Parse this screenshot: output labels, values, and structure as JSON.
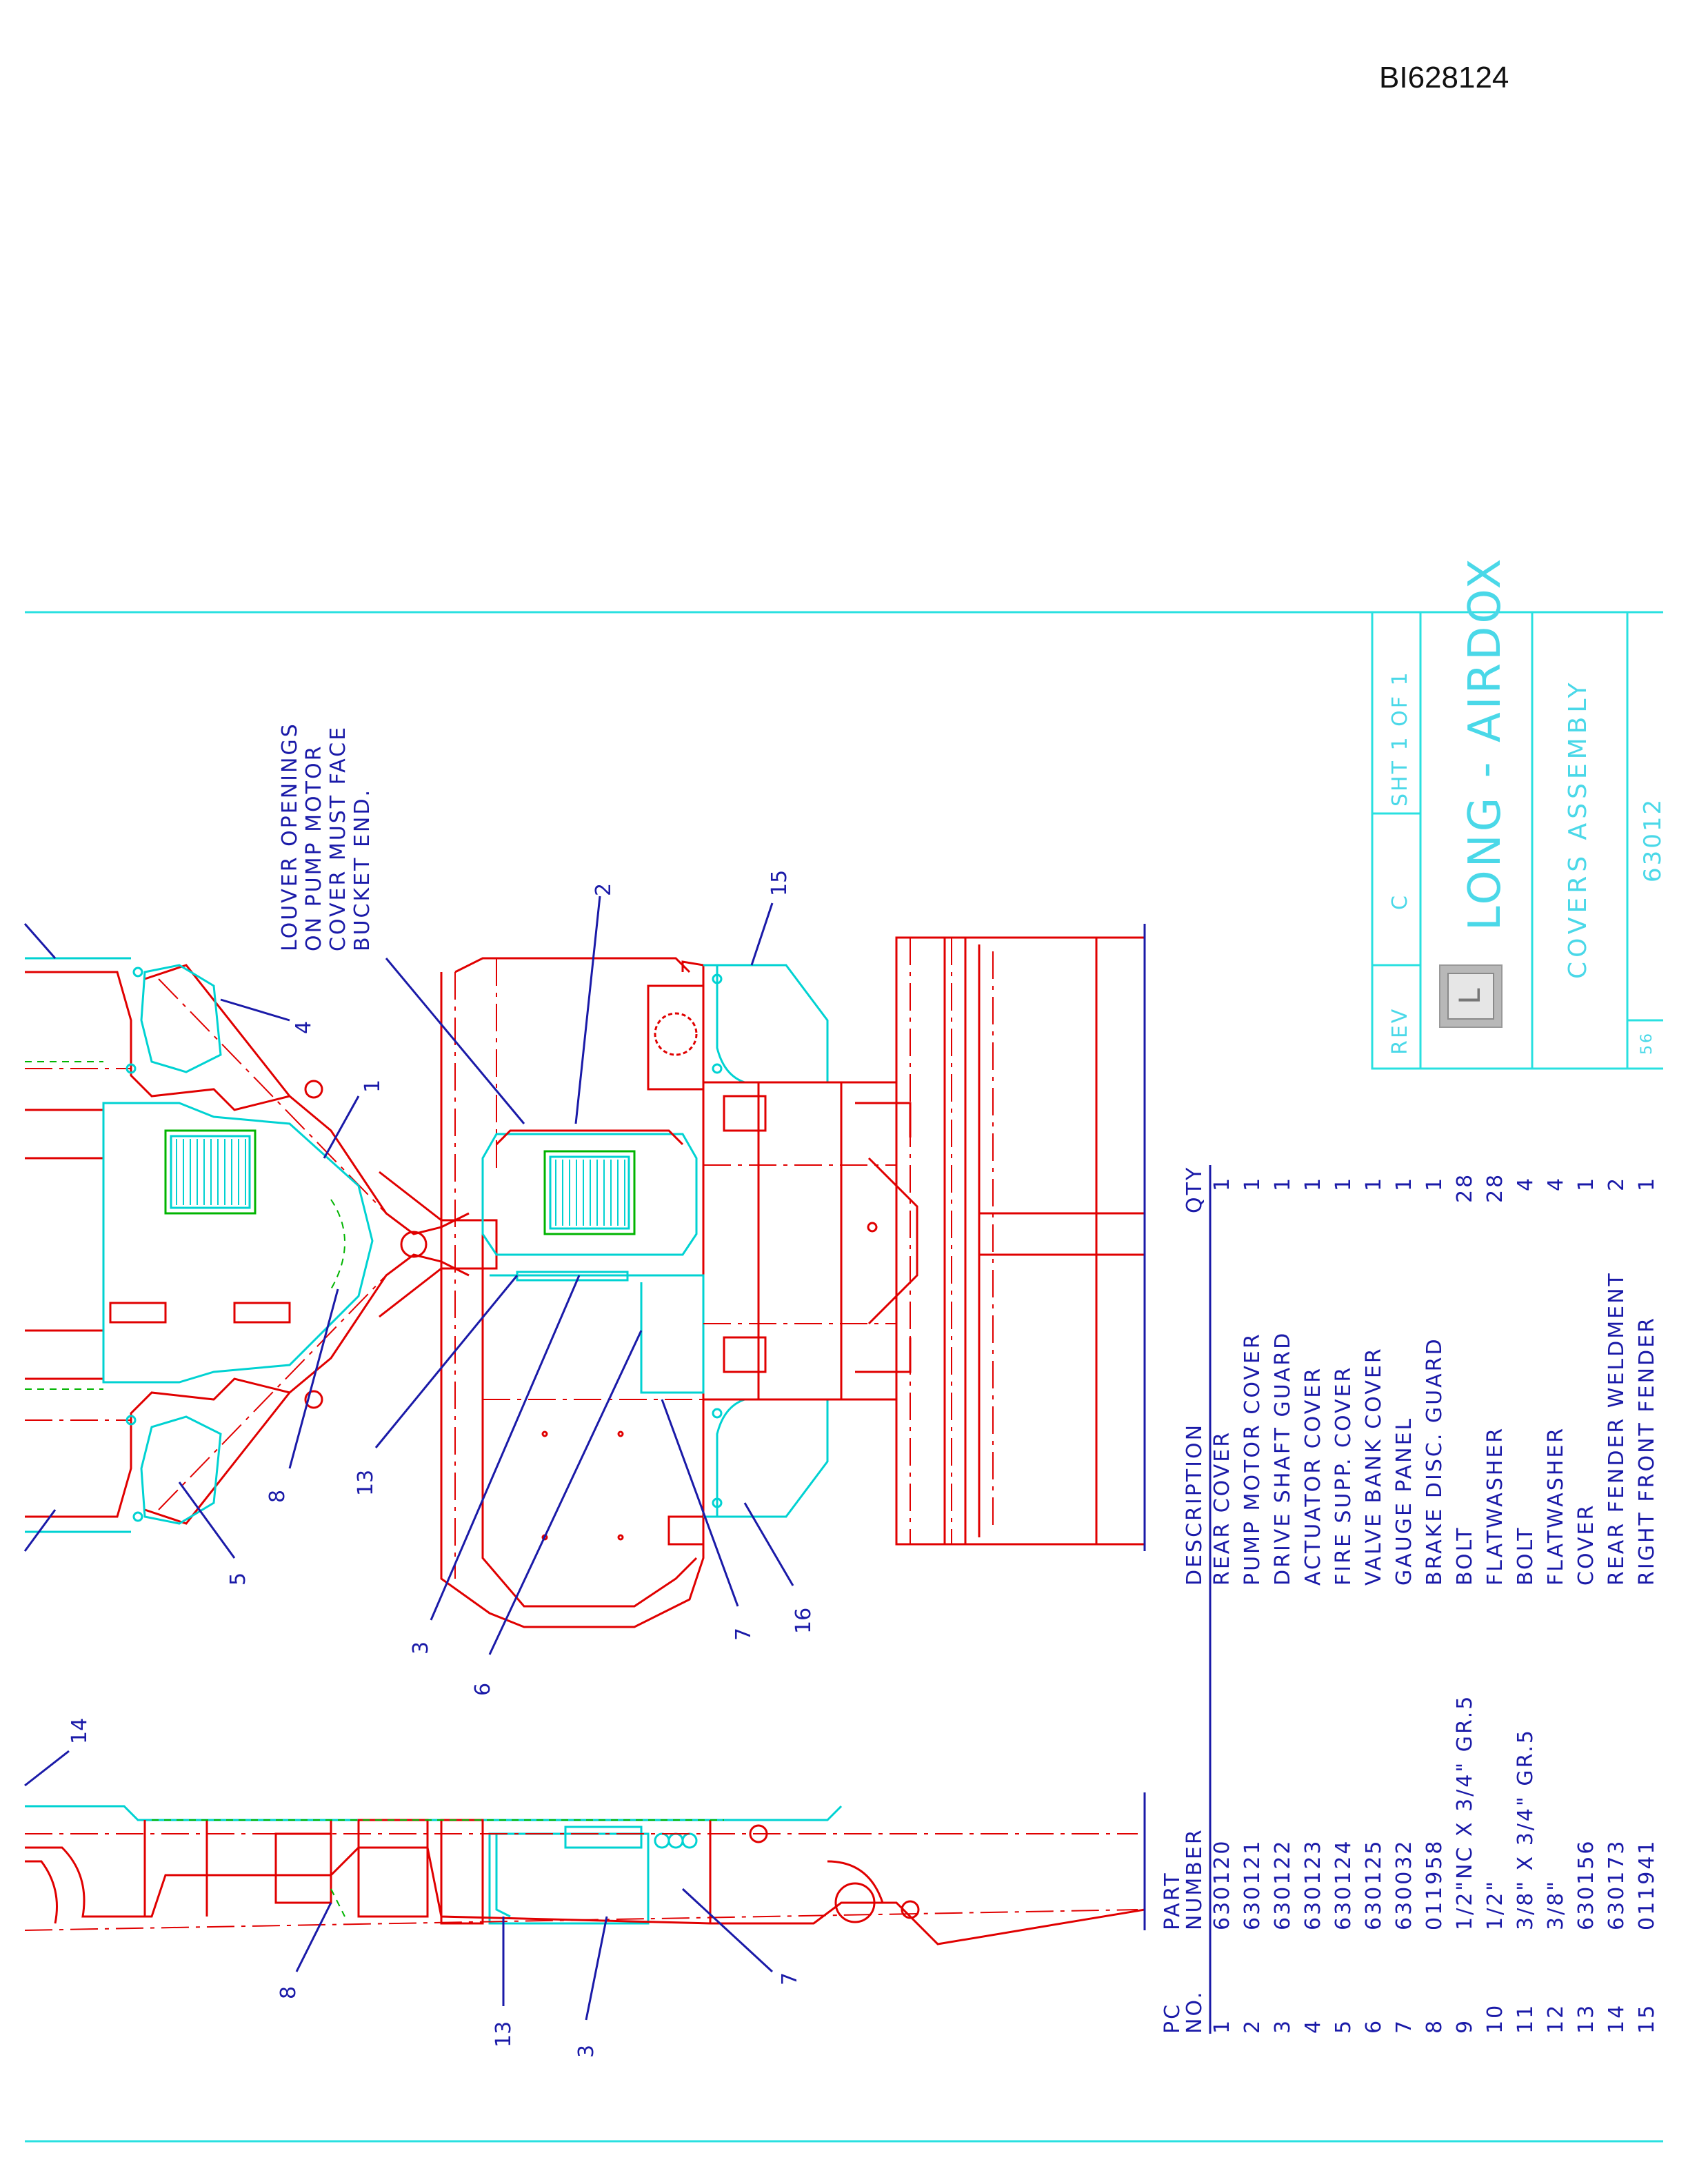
{
  "document_id": "BI628124",
  "colors": {
    "outline": "#e00000",
    "cover": "#00d2d2",
    "leader": "#1a1aa8",
    "hatch": "#00b400",
    "border": "#2ae0e0"
  },
  "note": [
    "LOUVER OPENINGS",
    "ON PUMP MOTOR",
    "COVER MUST FACE",
    "BUCKET END."
  ],
  "callouts": {
    "top_1": "1",
    "top_2": "2",
    "top_3": "3",
    "top_4": "4",
    "top_5": "5",
    "top_6": "6",
    "top_7": "7",
    "top_8": "8",
    "top_13": "13",
    "top_15": "15",
    "top_16": "16",
    "side_14": "14",
    "side_8": "8",
    "side_13": "13",
    "side_3": "3",
    "side_7": "7"
  },
  "parts_table": {
    "headers": {
      "pc_no": [
        "PC",
        "NO."
      ],
      "part_number": [
        "PART",
        "NUMBER"
      ],
      "description": "DESCRIPTION",
      "qty": "QTY"
    },
    "rows": [
      {
        "pc": "1",
        "part": "630120",
        "desc": "REAR COVER",
        "qty": "1"
      },
      {
        "pc": "2",
        "part": "630121",
        "desc": "PUMP MOTOR COVER",
        "qty": "1"
      },
      {
        "pc": "3",
        "part": "630122",
        "desc": "DRIVE SHAFT GUARD",
        "qty": "1"
      },
      {
        "pc": "4",
        "part": "630123",
        "desc": "ACTUATOR COVER",
        "qty": "1"
      },
      {
        "pc": "5",
        "part": "630124",
        "desc": "FIRE SUPP. COVER",
        "qty": "1"
      },
      {
        "pc": "6",
        "part": "630125",
        "desc": "VALVE BANK COVER",
        "qty": "1"
      },
      {
        "pc": "7",
        "part": "630032",
        "desc": "GAUGE PANEL",
        "qty": "1"
      },
      {
        "pc": "8",
        "part": "011958",
        "desc": "BRAKE DISC. GUARD",
        "qty": "1"
      },
      {
        "pc": "9",
        "part": "1/2\"NC X 3/4\" GR.5",
        "desc": "BOLT",
        "qty": "28"
      },
      {
        "pc": "10",
        "part": "1/2\"",
        "desc": "FLATWASHER",
        "qty": "28"
      },
      {
        "pc": "11",
        "part": "3/8\" X 3/4\" GR.5",
        "desc": "BOLT",
        "qty": "4"
      },
      {
        "pc": "12",
        "part": "3/8\"",
        "desc": "FLATWASHER",
        "qty": "4"
      },
      {
        "pc": "13",
        "part": "630156",
        "desc": "COVER",
        "qty": "1"
      },
      {
        "pc": "14",
        "part": "630173",
        "desc": "REAR FENDER WELDMENT",
        "qty": "2"
      },
      {
        "pc": "15",
        "part": "011941",
        "desc": "RIGHT FRONT FENDER",
        "qty": "1"
      }
    ]
  },
  "title_block": {
    "rev_label": "REV",
    "rev_value": "C",
    "sheet": "SHT 1   OF 1",
    "company": "LONG - AIRDOX",
    "title": "COVERS ASSEMBLY",
    "drawing_number_partial": "63012",
    "corner_partial": "56"
  }
}
